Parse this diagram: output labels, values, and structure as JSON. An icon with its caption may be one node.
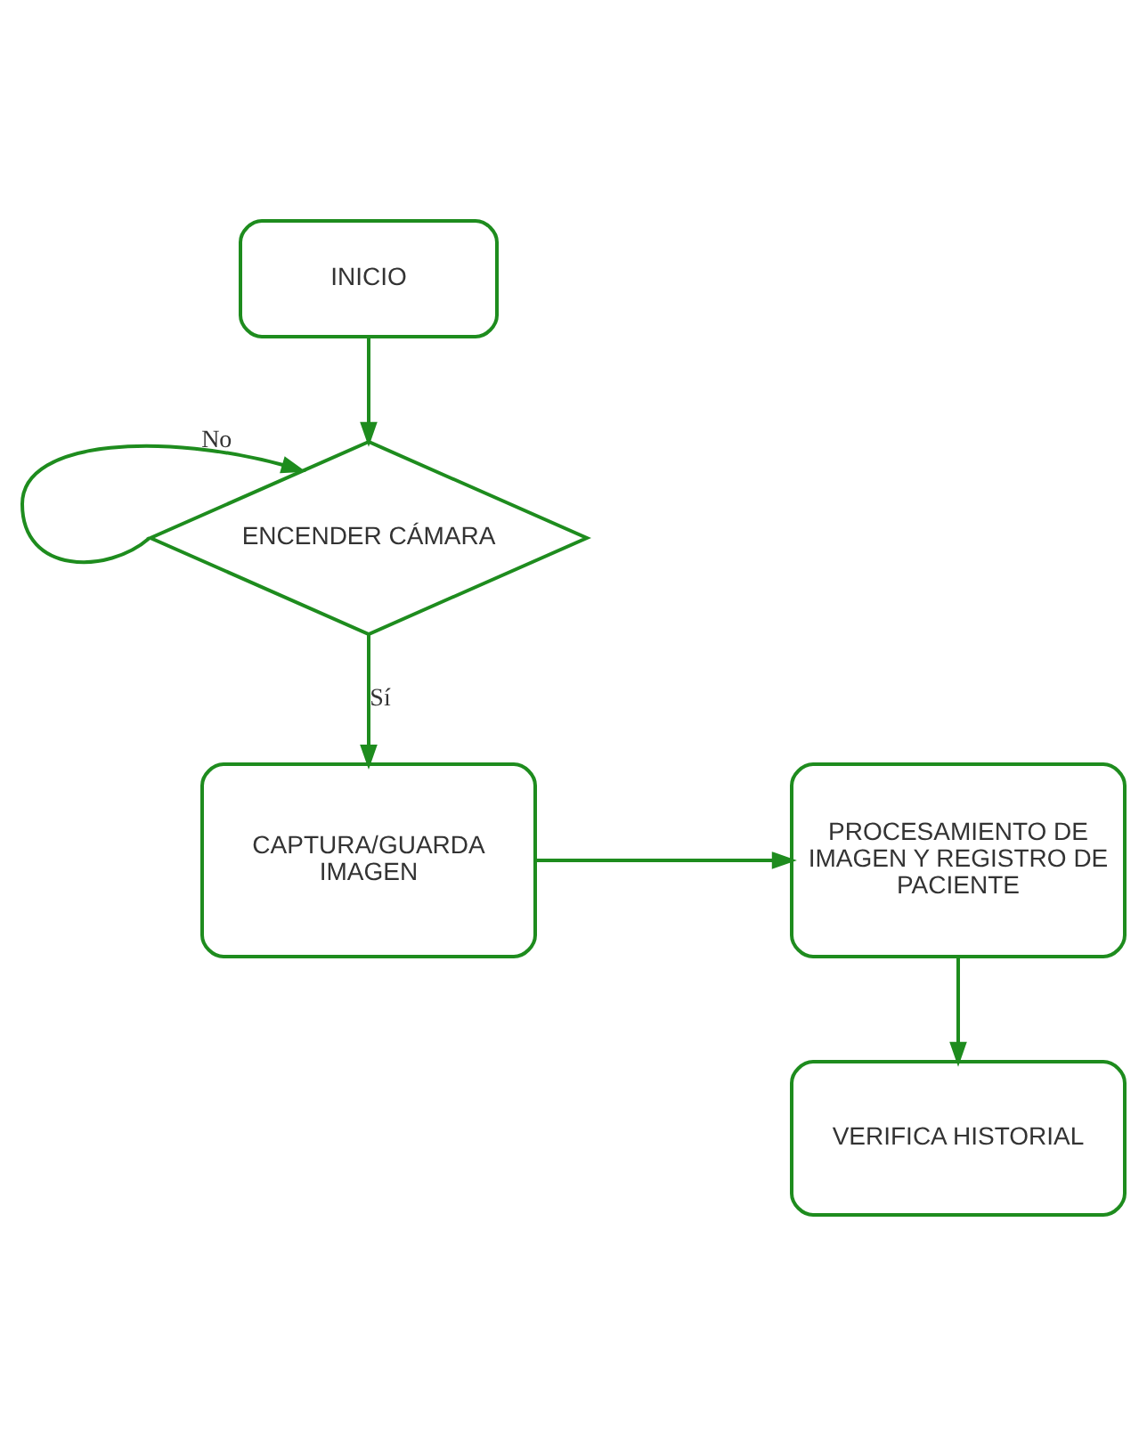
{
  "diagram": {
    "nodes": [
      {
        "text": [
          "INICIO"
        ]
      },
      {
        "text": [
          "ENCENDER CÁMARA"
        ]
      },
      {
        "text": [
          "CAPTURA/GUARDA IMAGEN"
        ]
      },
      {
        "text": [
          "PROCESAMIENTO DE IMAGEN Y REGISTRO DE PACIENTE"
        ]
      },
      {
        "text": [
          "VERIFICA HISTORIAL"
        ]
      }
    ],
    "edges": [
      {
        "from": 0,
        "to": 1,
        "arrow": "to"
      },
      {
        "from": 1,
        "to": 1,
        "label": "No",
        "arrow": "to"
      },
      {
        "from": 1,
        "to": 2,
        "label": "Sí",
        "arrow": "to"
      },
      {
        "from": 2,
        "to": 3,
        "arrow": "to"
      },
      {
        "from": 3,
        "to": 4,
        "arrow": "to"
      }
    ]
  }
}
